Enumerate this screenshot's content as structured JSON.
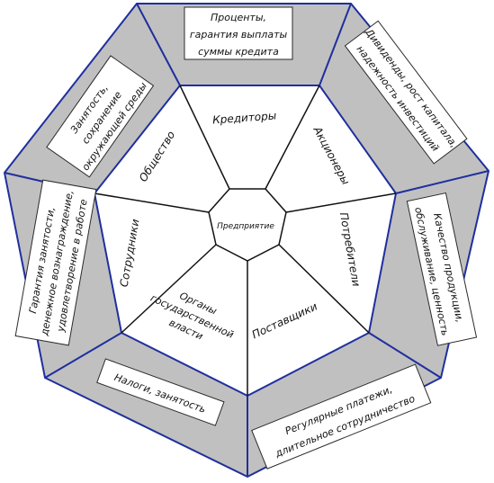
{
  "colors": {
    "outline": "#1f2f9e",
    "outer_ring_fill": "#c0c0c0",
    "inner_fill": "#ffffff",
    "text": "#111111"
  },
  "center": {
    "label": "Предприятие"
  },
  "stakeholders": {
    "creditors": "Кредиторы",
    "shareholders": "Акционеры",
    "consumers": "Потребители",
    "suppliers": "Поставщики",
    "government": [
      "Органы",
      "государственной",
      "власти"
    ],
    "employees": "Сотрудники",
    "society": "Общество"
  },
  "interests": {
    "creditors": [
      "Проценты,",
      "гарантия выплаты",
      "суммы кредита"
    ],
    "shareholders": [
      "Дивиденды, рост капитала,",
      "надежность инвестиций"
    ],
    "consumers": [
      "Качество продукции,",
      "обслуживание, ценность"
    ],
    "suppliers": [
      "Регулярные платежи,",
      "длительное сотрудничество"
    ],
    "government": [
      "Налоги, занятость"
    ],
    "employees": [
      "Гарантия занятости,",
      "денежное вознаграждение,",
      "удовлетворение в работе"
    ],
    "society": [
      "Занятость,",
      "сохранение",
      "окружающей среды"
    ]
  }
}
